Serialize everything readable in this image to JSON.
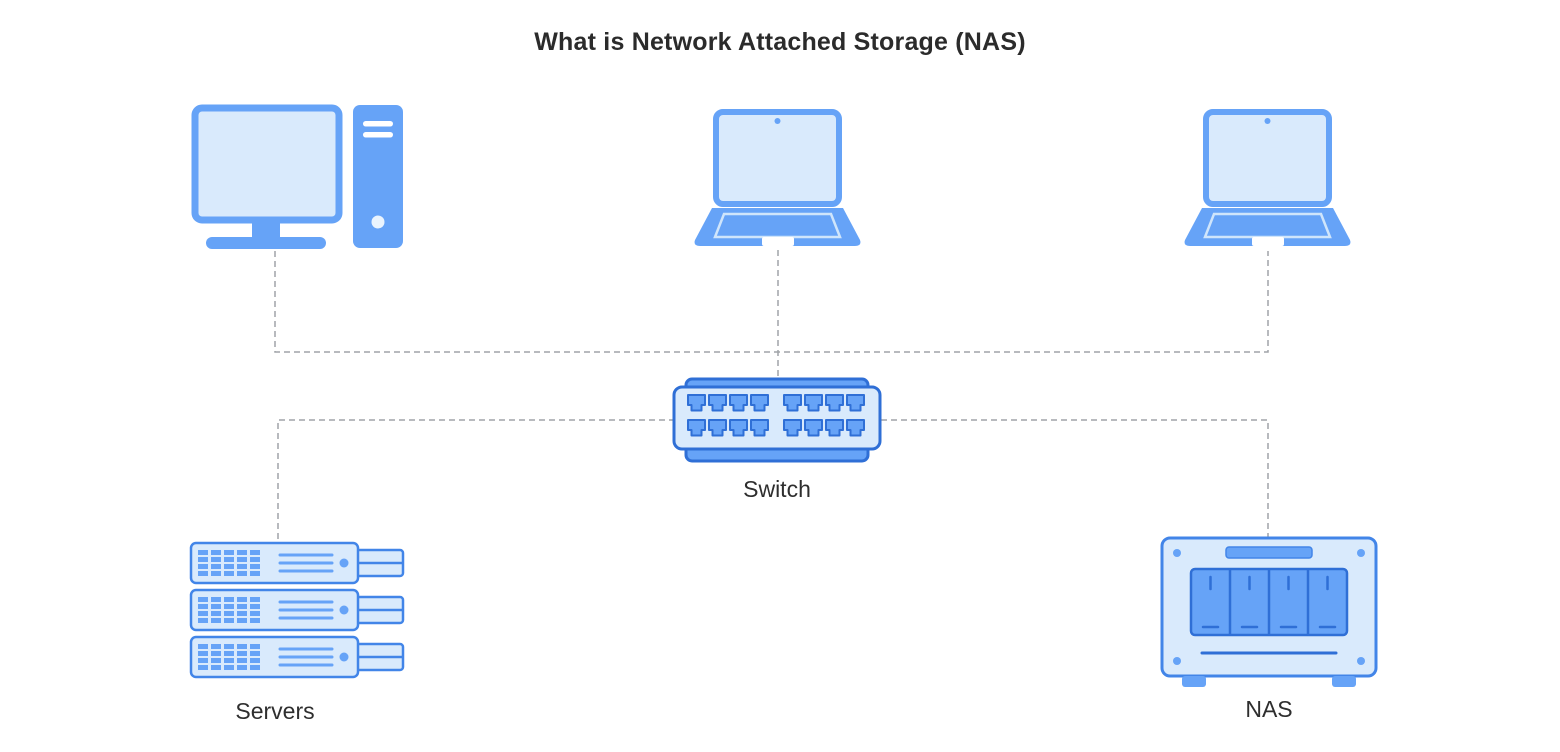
{
  "title": "What is Network Attached Storage (NAS)",
  "diagram": {
    "nodes": [
      {
        "id": "desktop",
        "type": "desktop-computer-icon",
        "label": ""
      },
      {
        "id": "laptop-center",
        "type": "laptop-icon",
        "label": ""
      },
      {
        "id": "laptop-right",
        "type": "laptop-icon",
        "label": ""
      },
      {
        "id": "switch",
        "type": "network-switch-icon",
        "label": "Switch"
      },
      {
        "id": "servers",
        "type": "server-stack-icon",
        "label": "Servers"
      },
      {
        "id": "nas",
        "type": "nas-icon",
        "label": "NAS"
      }
    ],
    "connections": [
      {
        "from": "desktop",
        "to": "switch"
      },
      {
        "from": "laptop-center",
        "to": "switch"
      },
      {
        "from": "laptop-right",
        "to": "switch"
      },
      {
        "from": "switch",
        "to": "servers"
      },
      {
        "from": "switch",
        "to": "nas"
      }
    ]
  },
  "colors": {
    "fill_light": "#D9EAFC",
    "fill_lighter": "#EAF4FE",
    "blue_mid": "#66A3F7",
    "blue_soft_stroke": "#4285E8",
    "blue_dark_stroke": "#2F6FD6",
    "connector_gray": "#A0A4A8",
    "text": "#2E2E2E",
    "background": "#FFFFFF"
  }
}
